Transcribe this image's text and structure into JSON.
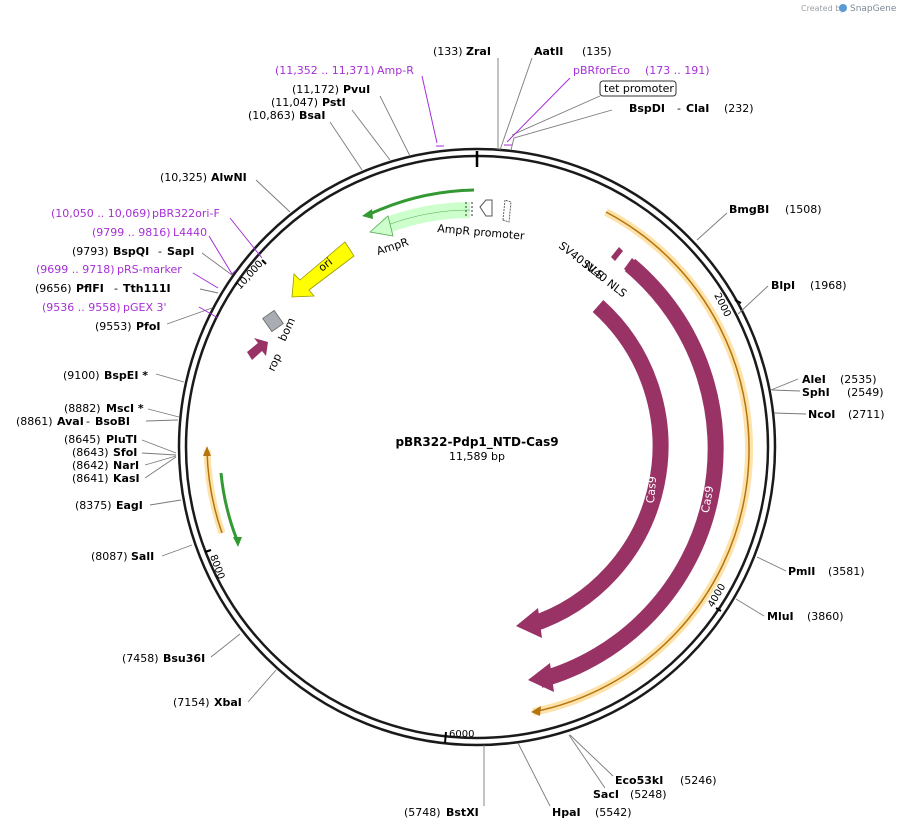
{
  "branding": {
    "prefix": "Created by",
    "name": "SnapGene"
  },
  "plasmid": {
    "name": "pBR322-Pdp1_NTD-Cas9",
    "length_label": "11,589 bp"
  },
  "map_ticks": [
    "2000",
    "4000",
    "6000",
    "8000",
    "10,000"
  ],
  "enzymes": [
    {
      "name": "ZraI",
      "pos": "(133)"
    },
    {
      "name": "AatII",
      "pos": "(135)"
    },
    {
      "name": "BspDI",
      "name2": "ClaI",
      "pos": "(232)"
    },
    {
      "name": "BmgBI",
      "pos": "(1508)"
    },
    {
      "name": "BlpI",
      "pos": "(1968)"
    },
    {
      "name": "AleI",
      "pos": "(2535)"
    },
    {
      "name": "SphI",
      "pos": "(2549)"
    },
    {
      "name": "NcoI",
      "pos": "(2711)"
    },
    {
      "name": "PmlI",
      "pos": "(3581)"
    },
    {
      "name": "MluI",
      "pos": "(3860)"
    },
    {
      "name": "Eco53kI",
      "pos": "(5246)"
    },
    {
      "name": "SacI",
      "pos": "(5248)"
    },
    {
      "name": "HpaI",
      "pos": "(5542)"
    },
    {
      "name": "BstXI",
      "pos": "(5748)"
    },
    {
      "name": "XbaI",
      "pos": "(7154)"
    },
    {
      "name": "Bsu36I",
      "pos": "(7458)"
    },
    {
      "name": "SalI",
      "pos": "(8087)"
    },
    {
      "name": "EagI",
      "pos": "(8375)"
    },
    {
      "name": "KasI",
      "pos": "(8641)"
    },
    {
      "name": "NarI",
      "pos": "(8642)"
    },
    {
      "name": "SfoI",
      "pos": "(8643)"
    },
    {
      "name": "PluTI",
      "pos": "(8645)"
    },
    {
      "name": "AvaI",
      "name2": "BsoBI",
      "pos": "(8861)"
    },
    {
      "name": "MscI *",
      "pos": "(8882)"
    },
    {
      "name": "BspEI *",
      "pos": "(9100)"
    },
    {
      "name": "PfoI",
      "pos": "(9553)"
    },
    {
      "name": "PflFI",
      "name2": "Tth111I",
      "pos": "(9656)"
    },
    {
      "name": "BspQI",
      "name2": "SapI",
      "pos": "(9793)"
    },
    {
      "name": "AlwNI",
      "pos": "(10,325)"
    },
    {
      "name": "BsaI",
      "pos": "(10,863)"
    },
    {
      "name": "PstI",
      "pos": "(11,047)"
    },
    {
      "name": "PvuI",
      "pos": "(11,172)"
    }
  ],
  "primers": [
    {
      "name": "Amp-R",
      "range": "(11,352 .. 11,371)"
    },
    {
      "name": "pBRforEco",
      "range": "(173 .. 191)"
    },
    {
      "name": "pBR322ori-F",
      "range": "(10,050 .. 10,069)"
    },
    {
      "name": "L4440",
      "range": "(9799 .. 9816)"
    },
    {
      "name": "pRS-marker",
      "range": "(9699 .. 9718)"
    },
    {
      "name": "pGEX 3'",
      "range": "(9536 .. 9558)"
    }
  ],
  "features": {
    "tet_promoter": "tet promoter",
    "ampr": "AmpR",
    "ampr_promoter": "AmpR promoter",
    "ori": "ori",
    "bom": "bom",
    "rop": "rop",
    "sv40_nls_1": "SV40 NLS",
    "sv40_nls_2": "SV40 NLS",
    "cas9_1": "Cas9",
    "cas9_2": "Cas9"
  },
  "colors": {
    "backbone": "#1a1a1a",
    "primer": "#a62fd6",
    "cas9": "#993366",
    "ori": "#ffff00",
    "ampr": "#ccffcc",
    "orf_green": "#339933",
    "orf_orange": "#f5a623",
    "bom": "#a9adb3"
  }
}
